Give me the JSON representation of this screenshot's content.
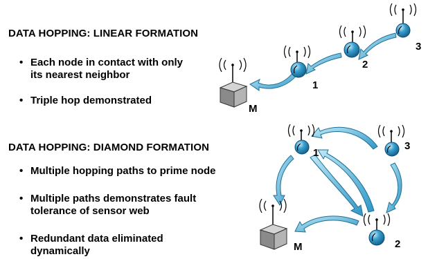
{
  "linear": {
    "heading": "DATA HOPPING: LINEAR FORMATION",
    "bullets": [
      {
        "lines": [
          "Each node in contact with only",
          "its nearest neighbor"
        ]
      },
      {
        "lines": [
          "Triple hop demonstrated"
        ]
      }
    ],
    "labels": {
      "n1": "1",
      "n2": "2",
      "n3": "3",
      "m": "M"
    }
  },
  "diamond": {
    "heading": "DATA HOPPING: DIAMOND FORMATION",
    "bullets": [
      {
        "lines": [
          "Multiple hopping paths to prime node"
        ]
      },
      {
        "lines": [
          "Multiple paths demonstrates fault",
          "tolerance of sensor web"
        ]
      },
      {
        "lines": [
          "Redundant data eliminated",
          "dynamically"
        ]
      }
    ],
    "labels": {
      "n1": "1",
      "n2": "2",
      "n3": "3",
      "m": "M"
    }
  },
  "bullet_char": "•",
  "colors": {
    "node": "#3aa0d0",
    "node_dark": "#17658f",
    "arrow": "#4fb4d8",
    "arrow_dark": "#1c6f96",
    "box": "#9a9a9a"
  }
}
